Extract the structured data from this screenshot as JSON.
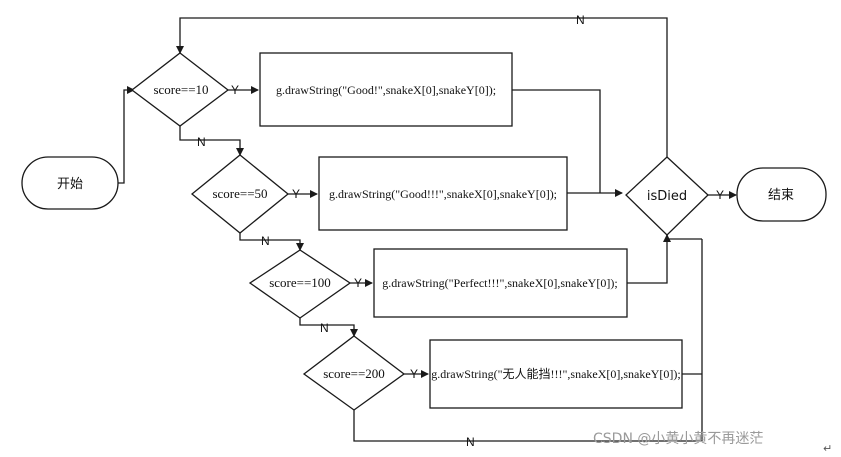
{
  "nodes": {
    "start": "开始",
    "end": "结束",
    "is_died": "isDied",
    "cond1": "score==10",
    "cond2": "score==50",
    "cond3": "score==100",
    "cond4": "score==200",
    "action1": "g.drawString(\"Good!\",snakeX[0],snakeY[0]);",
    "action2": "g.drawString(\"Good!!!\",snakeX[0],snakeY[0]);",
    "action3": "g.drawString(\"Perfect!!!\",snakeX[0],snakeY[0]);",
    "action4": "g.drawString(\"无人能挡!!!\",snakeX[0],snakeY[0]);"
  },
  "edge_labels": {
    "yes": "Y",
    "no": "N"
  },
  "watermark": "CSDN @小黄小黄不再迷茫"
}
